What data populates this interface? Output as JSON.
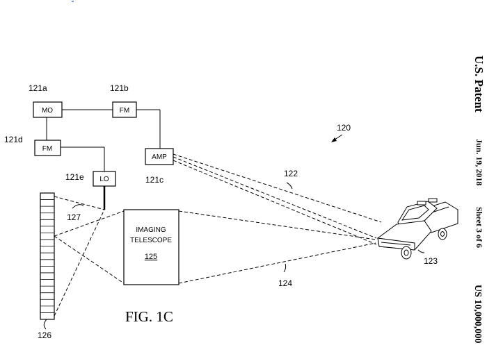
{
  "figure": {
    "number": "120",
    "caption": "FIG. 1C",
    "components": [
      {
        "id": "121a",
        "label": "MO"
      },
      {
        "id": "121b",
        "label": "FM"
      },
      {
        "id": "121d",
        "label": "FM"
      },
      {
        "id": "121c",
        "label": "AMP"
      },
      {
        "id": "121e",
        "label": "LO"
      }
    ],
    "telescope": {
      "line1": "IMAGING",
      "line2": "TELESCOPE",
      "ref": "125"
    },
    "references": {
      "detector_array": "126",
      "lo_beam": "127",
      "transmit_beam": "122",
      "receive_beam": "124",
      "target": "123"
    }
  },
  "sidebar": {
    "patent": "U.S. Patent",
    "date": "Jun. 19, 2018",
    "sheet": "Sheet 3 of 6",
    "number": "US 10,000,000"
  }
}
